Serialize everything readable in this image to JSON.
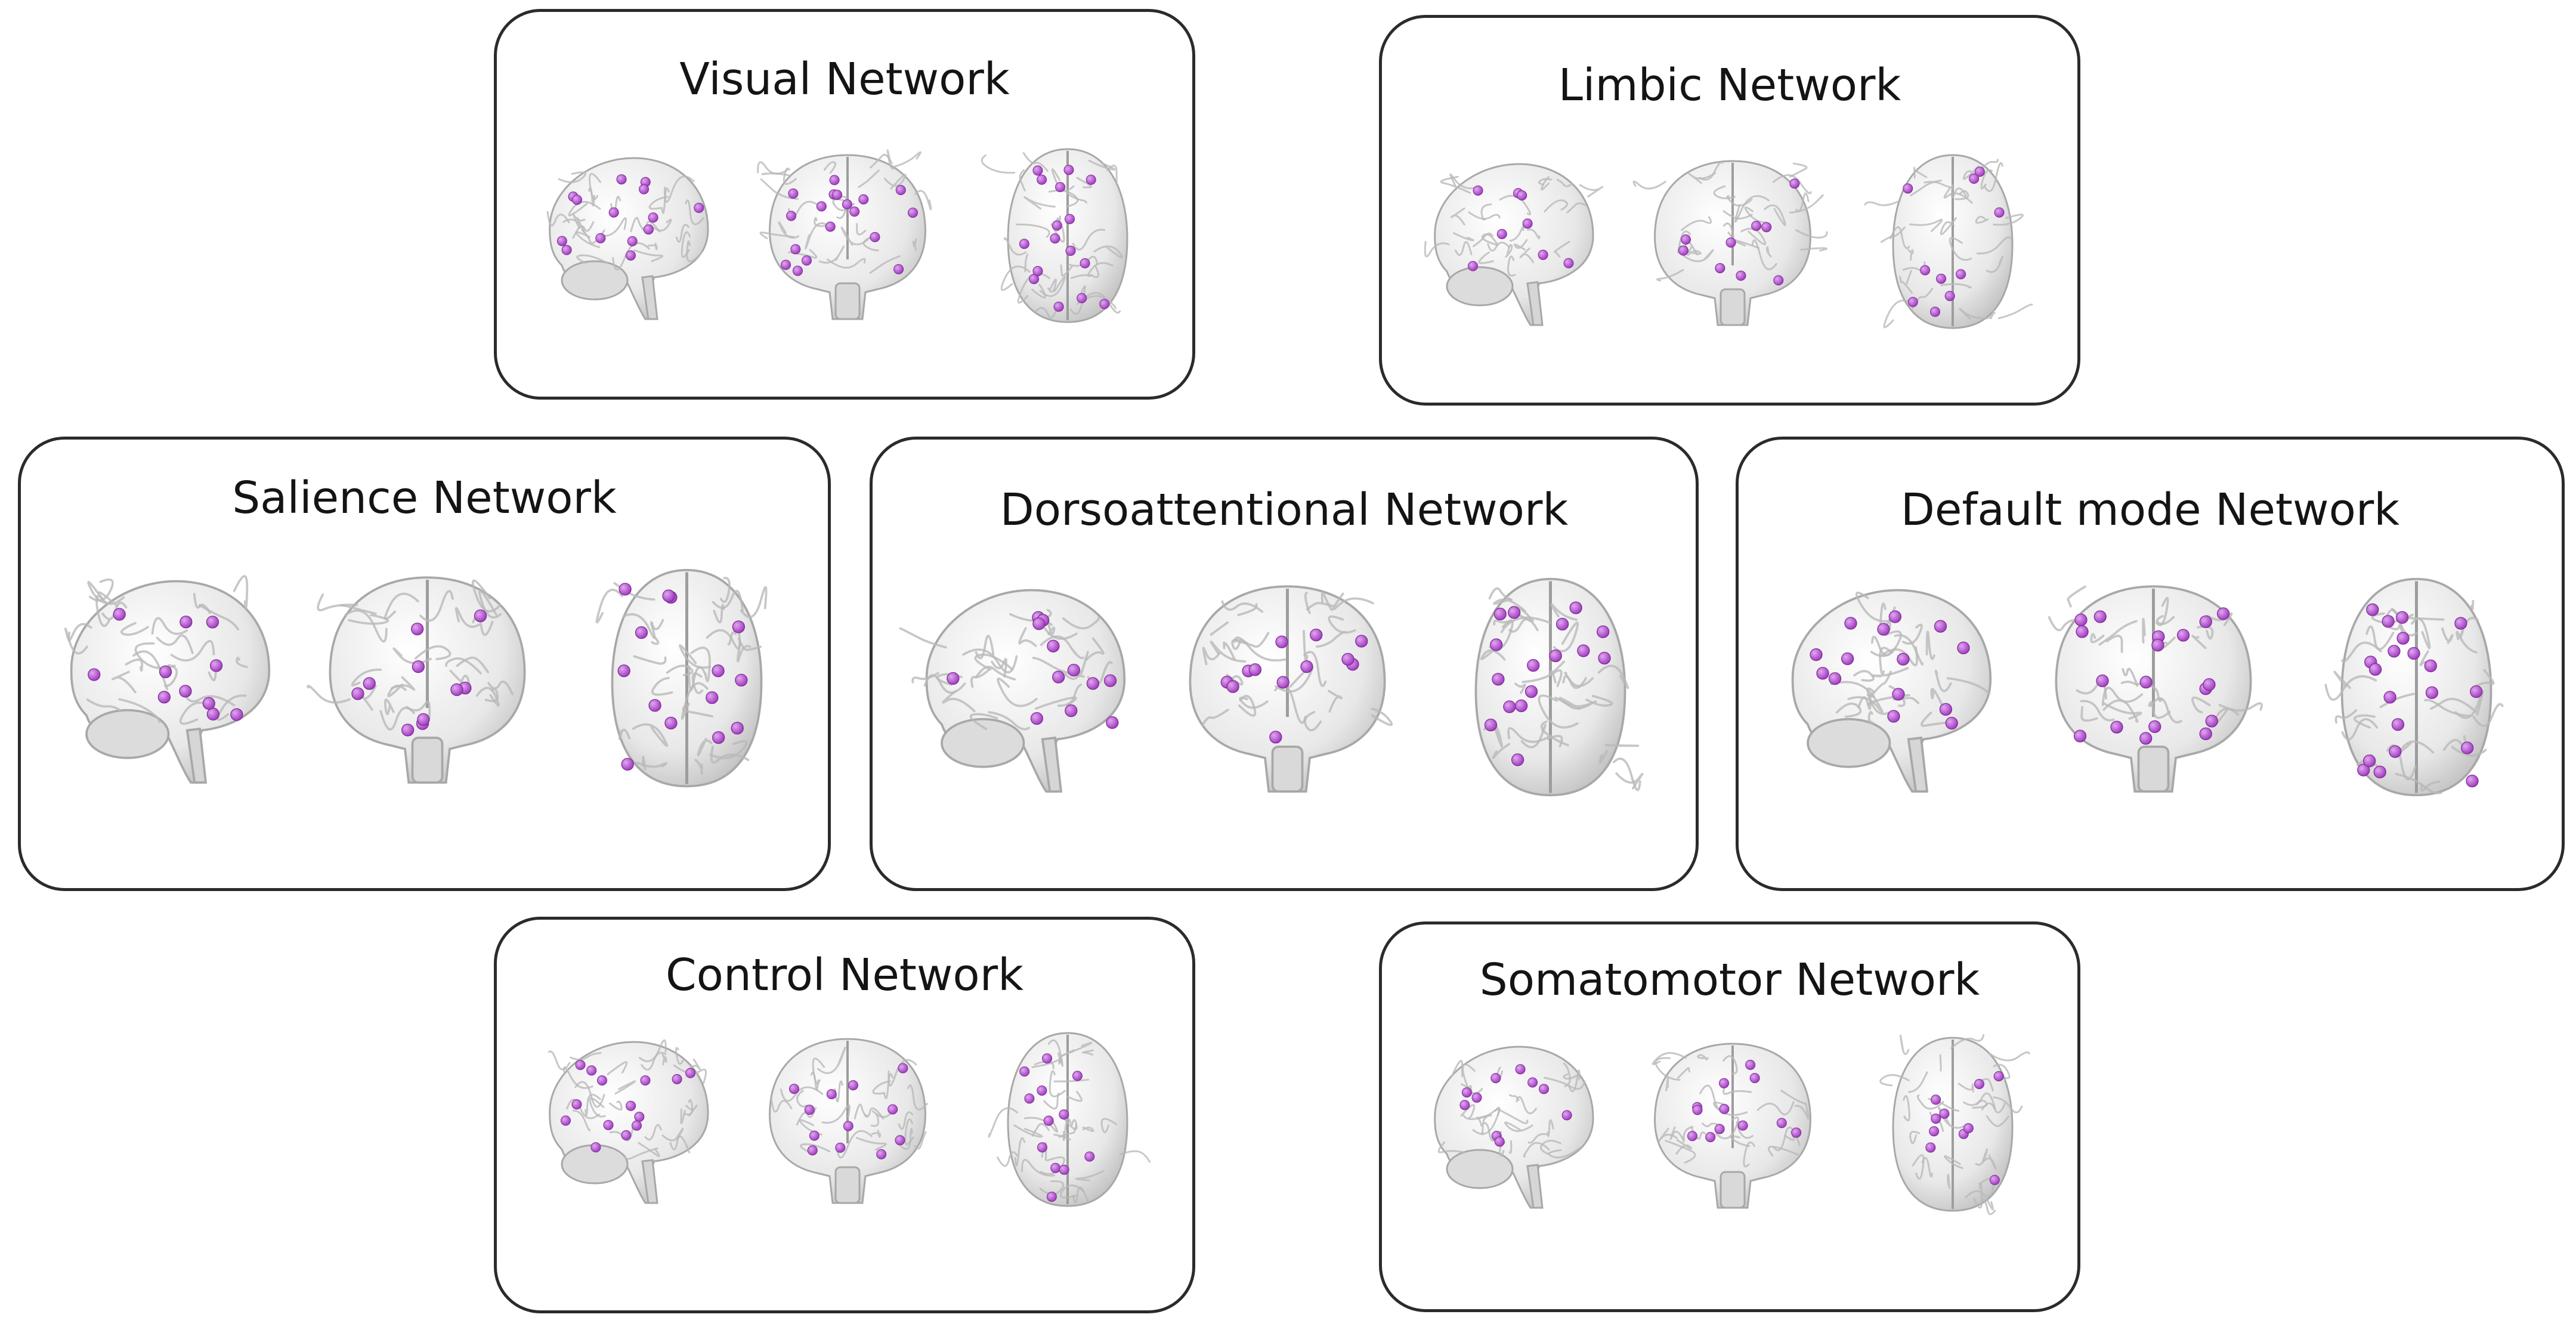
{
  "figure": {
    "node_color": "#a23fc0",
    "brain_color": "#e8e8e8"
  },
  "panels": [
    {
      "title": "Visual Network"
    },
    {
      "title": "Limbic Network"
    },
    {
      "title": "Salience Network"
    },
    {
      "title": "Dorsoattentional Network"
    },
    {
      "title": "Default mode Network"
    },
    {
      "title": "Control Network"
    },
    {
      "title": "Somatomotor Network"
    }
  ],
  "views": [
    "lateral-view",
    "frontal-view",
    "dorsal-view"
  ]
}
